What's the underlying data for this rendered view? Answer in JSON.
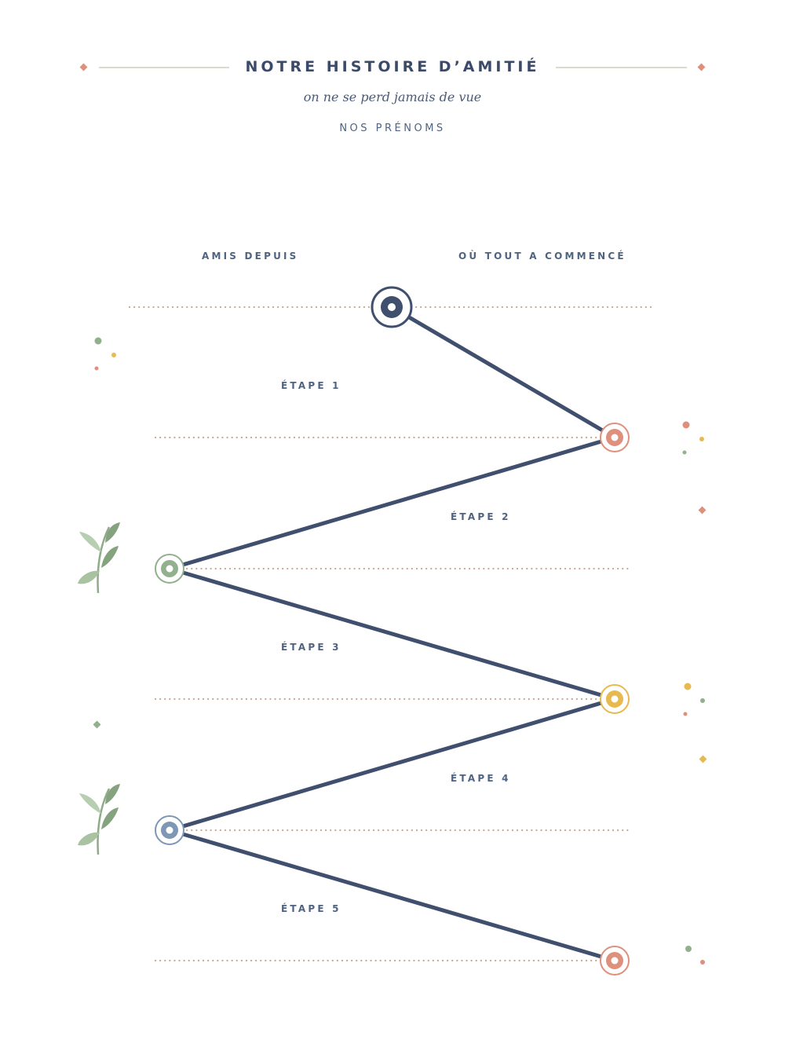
{
  "header": {
    "title": "NOTRE HISTOIRE D’AMITIÉ",
    "subtitle": "on ne se perd jamais de vue",
    "names": "NOS PRÉNOMS"
  },
  "top_labels": {
    "left": "AMIS DEPUIS",
    "right": "OÙ TOUT A COMMENCÉ"
  },
  "steps": [
    {
      "label": "ÉTAPE 1",
      "color": "#de907c"
    },
    {
      "label": "ÉTAPE 2",
      "color": "#93b08e"
    },
    {
      "label": "ÉTAPE 3",
      "color": "#e8b94e"
    },
    {
      "label": "ÉTAPE 4",
      "color": "#7d97b4"
    },
    {
      "label": "ÉTAPE 5",
      "color": "#de907c"
    }
  ],
  "colors": {
    "line": "#3f4f6d",
    "dots": "#c7a894",
    "start_node": "#3f4f6d",
    "rule": "#cfcfb8",
    "accent_rose": "#de907c",
    "accent_green": "#93b08e",
    "accent_yellow": "#e8b94e",
    "leaf": "#93b08e"
  },
  "icons": [
    "diamond-icon",
    "leaf-sprig-icon",
    "timeline-node-icon"
  ]
}
